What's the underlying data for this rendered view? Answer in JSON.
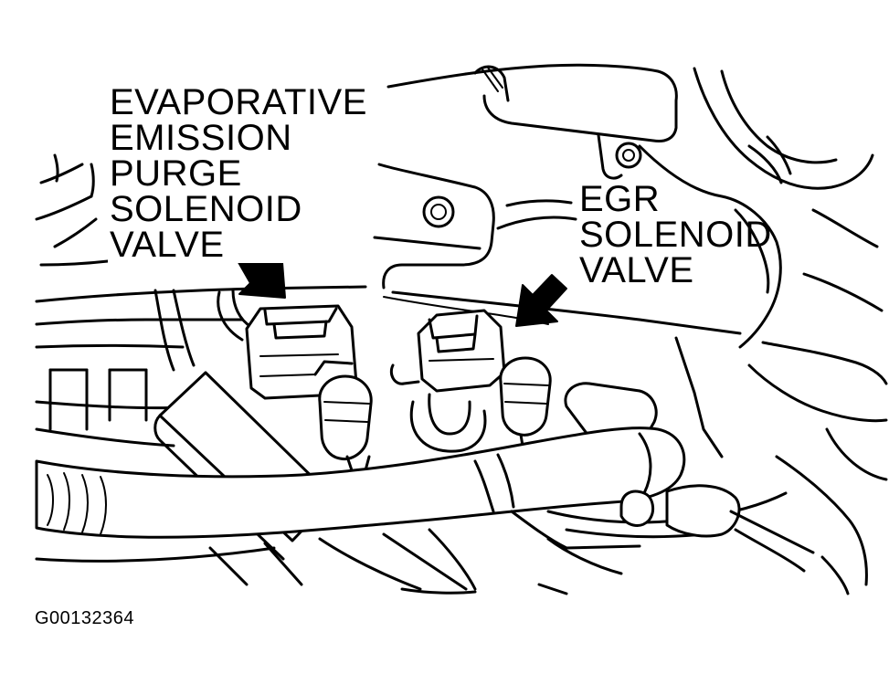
{
  "labels": {
    "evap_purge_valve": [
      "EVAPORATIVE",
      "EMISSION",
      "PURGE",
      "SOLENOID",
      "VALVE"
    ],
    "egr_solenoid_valve": [
      "EGR",
      "SOLENOID",
      "VALVE"
    ]
  },
  "figure_id": "G00132364",
  "colors": {
    "ink": "#000000",
    "paper": "#ffffff"
  }
}
